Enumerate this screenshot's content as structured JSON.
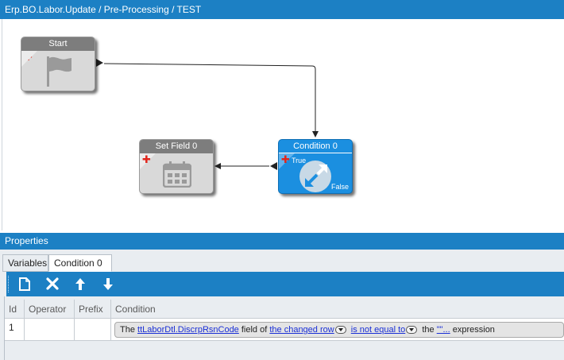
{
  "window": {
    "title": "Erp.BO.Labor.Update / Pre-Processing / TEST"
  },
  "workflow": {
    "nodes": {
      "start": {
        "title": "Start"
      },
      "set_field": {
        "title": "Set Field 0"
      },
      "condition": {
        "title": "Condition 0",
        "true_label": "True",
        "false_label": "False"
      }
    }
  },
  "properties": {
    "header": "Properties",
    "tabs": [
      {
        "label": "Variables",
        "active": false
      },
      {
        "label": "Condition 0",
        "active": true
      }
    ],
    "toolbar": {
      "icons": [
        "new-icon",
        "delete-icon",
        "move-up-icon",
        "move-down-icon"
      ]
    },
    "grid": {
      "columns": [
        "Id",
        "Operator",
        "Prefix",
        "Condition"
      ],
      "rows": [
        {
          "id": "1",
          "operator": "",
          "prefix": "",
          "condition": {
            "t1": "The",
            "field_link": "ttLaborDtl.DiscrpRsnCode",
            "t2": "field of",
            "row_link": "the changed row",
            "op_link": "is not equal to",
            "t3": "the",
            "value_link": "\"\"...",
            "t4": "expression"
          }
        }
      ]
    }
  },
  "colors": {
    "accent": "#1c80c4",
    "node_gray": "#7d7d7d",
    "node_blue": "#1b8fe0",
    "plus_red": "#e1251b",
    "link": "#1a2fd6"
  }
}
